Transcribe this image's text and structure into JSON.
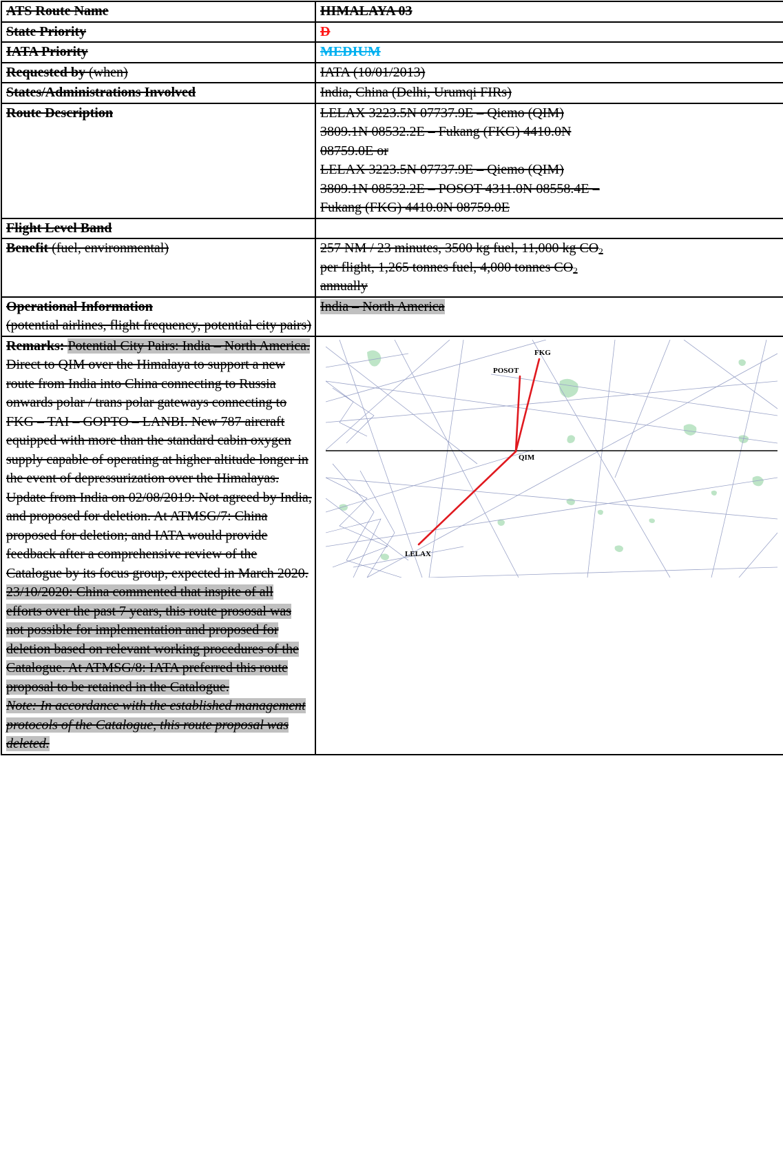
{
  "rows": {
    "route_name": {
      "label": "ATS Route Name",
      "value": "HIMALAYA 03"
    },
    "state_priority": {
      "label": "State Priority",
      "value": "D"
    },
    "iata_priority": {
      "label": "IATA Priority",
      "value": "MEDIUM"
    },
    "requested_by": {
      "label": "Requested by",
      "label_note": " (when)",
      "value": "IATA (10/01/2013)"
    },
    "states_involved": {
      "label": "States/Administrations Involved",
      "value": "India, China (Delhi, Urumqi FIRs)"
    },
    "route_description": {
      "label": "Route Description",
      "lines": [
        "LELAX 3223.5N 07737.9E – Qiemo (QIM)",
        "3809.1N 08532.2E – Fukang (FKG) 4410.0N",
        "08759.0E or",
        "LELAX 3223.5N 07737.9E – Qiemo (QIM)",
        "3809.1N 08532.2E – POSOT 4311.0N 08558.4E –",
        "Fukang (FKG) 4410.0N 08759.0E"
      ]
    },
    "flight_level_band": {
      "label": "Flight Level Band",
      "value": ""
    },
    "benefit": {
      "label": "Benefit",
      "label_note": " (fuel, environmental)",
      "line1_a": "257 NM / 23 minutes, 3500 kg fuel, 11,000 kg CO",
      "line1_sub": "2",
      "line2_a": "per flight, 1,265 tonnes fuel, 4,000 tonnes CO",
      "line2_sub": "2",
      "line3": "annually"
    },
    "operational_info": {
      "label": "Operational Information",
      "label_note": "(potential airlines, flight frequency, potential city pairs)",
      "value": "India – North America"
    },
    "remarks": {
      "label": "Remarks:",
      "hl1": "Potential City Pairs: India – North America.",
      "text1": " Direct to QIM over the Himalaya to support a new route from India into China connecting to Russia onwards polar / trans polar gateways connecting to FKG – TAI – GOPTO – LANBI. New 787 aircraft equipped with more than the standard cabin oxygen supply capable of operating at higher altitude longer in the event of depressurization over the Himalayas. Update from India on 02/08/2019: Not agreed by India, and proposed for deletion. At ATMSG/7: China proposed for deletion; and IATA would provide feedback after a comprehensive review of the Catalogue by its focus group, expected in March 2020. ",
      "hl2": "23/10/2020: China commented that inspite of all efforts over the past 7 years, this route prososal was not possible for implementation and proposed for deletion based on relevant working procedures of the Catalogue. At ATMSG/8: IATA preferred this route proposal to be retained in the Catalogue.",
      "note": "Note: In accordance with the established management protocols of the Catalogue, this route proposal was deleted."
    }
  },
  "map": {
    "waypoints": {
      "fkg": "FKG",
      "posot": "POSOT",
      "qim": "QIM",
      "lelax": "LELAX"
    },
    "colors": {
      "route": "#e0191f",
      "airways": "#9aa3c8",
      "land": "#a8dcb4",
      "boundary": "#000000"
    }
  }
}
